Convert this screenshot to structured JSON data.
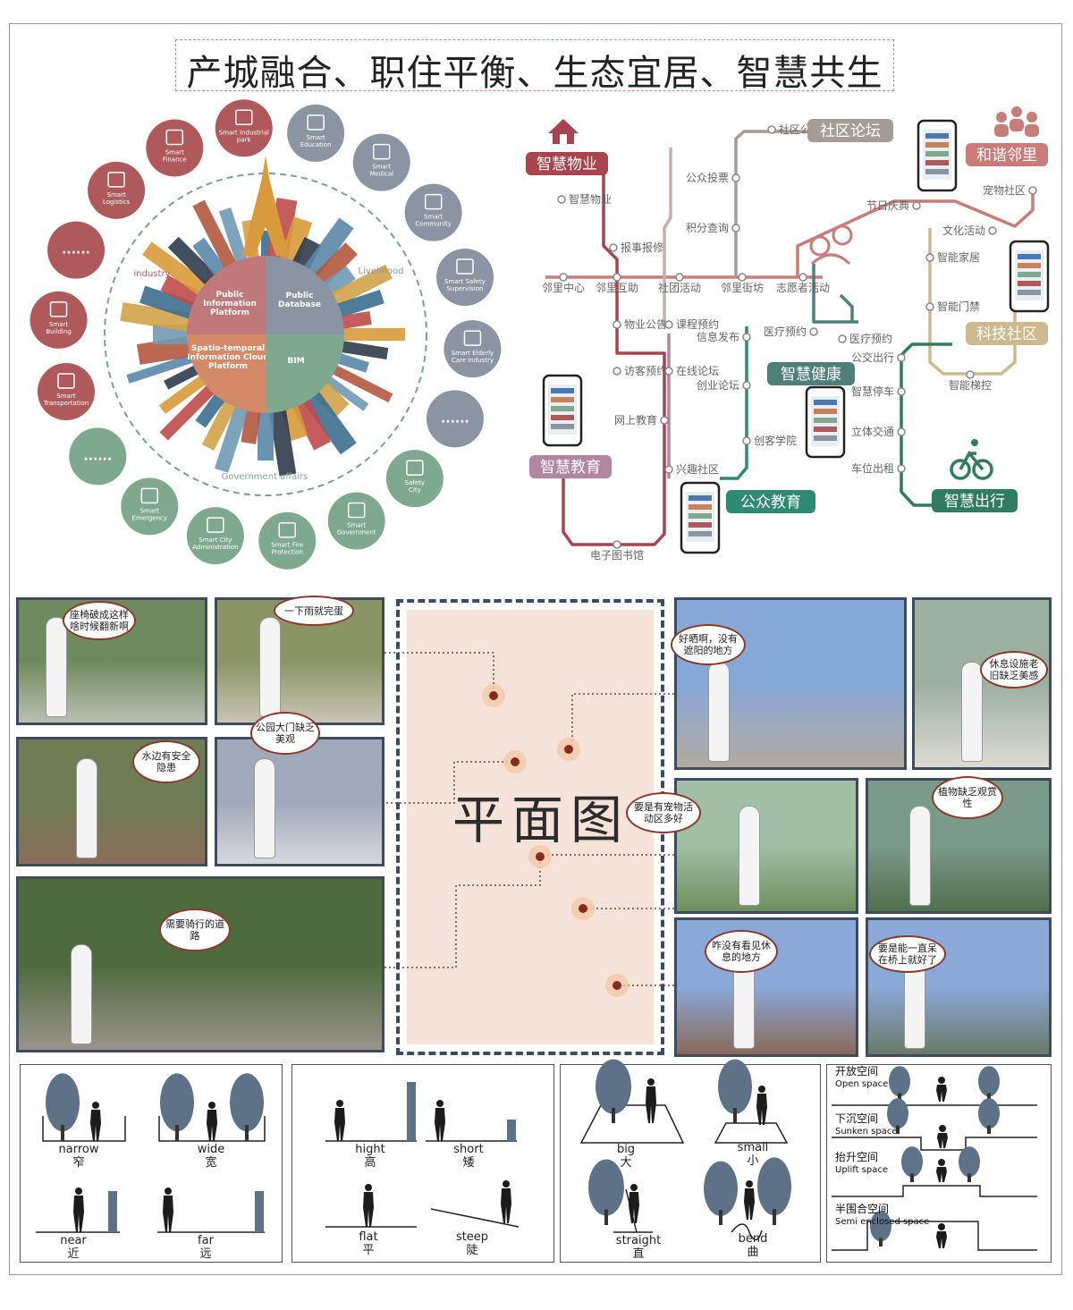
{
  "title": "产城融合、职住平衡、生态宜居、智慧共生",
  "wheel": {
    "quadrants": [
      "Public Information Platform",
      "Public Database",
      "Spatio-temporal Information Cloud Platform",
      "BIM"
    ],
    "arc_labels": [
      "industry",
      "Livelihood",
      "Government affairs"
    ],
    "items": [
      {
        "label": "Smart Education",
        "color": "#8a94a3"
      },
      {
        "label": "Smart Medical",
        "color": "#8a94a3"
      },
      {
        "label": "Smart Community",
        "color": "#8a94a3"
      },
      {
        "label": "Smart Safety Supervision",
        "color": "#8a94a3"
      },
      {
        "label": "Smart Elderly Care Industry",
        "color": "#8a94a3"
      },
      {
        "label": "......",
        "color": "#8a94a3"
      },
      {
        "label": "Safety City",
        "color": "#7fa98e"
      },
      {
        "label": "Smart Government",
        "color": "#7fa98e"
      },
      {
        "label": "Smart Fire Protection",
        "color": "#7fa98e"
      },
      {
        "label": "Smart City Administration",
        "color": "#7fa98e"
      },
      {
        "label": "Smart Emergency",
        "color": "#7fa98e"
      },
      {
        "label": "......",
        "color": "#7fa98e"
      },
      {
        "label": "Smart Transportation",
        "color": "#b0595a"
      },
      {
        "label": "Smart Building",
        "color": "#b0595a"
      },
      {
        "label": "......",
        "color": "#b0595a"
      },
      {
        "label": "Smart Logistics",
        "color": "#b0595a"
      },
      {
        "label": "Smart Finance",
        "color": "#b0595a"
      },
      {
        "label": "Smart Industrial park",
        "color": "#b0595a"
      }
    ]
  },
  "metro": {
    "lines": [
      {
        "name": "智慧物业",
        "color": "#a8444d"
      },
      {
        "name": "社区论坛",
        "color": "#a79c95"
      },
      {
        "name": "和谐邻里",
        "color": "#c97c78"
      },
      {
        "name": "科技社区",
        "color": "#cdb98d"
      },
      {
        "name": "智慧健康",
        "color": "#4f7f79"
      },
      {
        "name": "智慧教育",
        "color": "#b086a0"
      },
      {
        "name": "公众教育",
        "color": "#2e8a72"
      },
      {
        "name": "智慧出行",
        "color": "#2e7c62"
      }
    ],
    "stations": [
      "社区公告",
      "公众投票",
      "积分查询",
      "智慧物业",
      "报事报修",
      "邻里中心",
      "邻里互助",
      "社团活动",
      "邻里街坊",
      "志愿者活动",
      "节日庆典",
      "宠物社区",
      "文化活动",
      "智能家居",
      "智能门禁",
      "物业公告",
      "课程预约",
      "信息发布",
      "医疗预约",
      "医疗预约",
      "公交出行",
      "访客预约",
      "在线论坛",
      "创业论坛",
      "智慧停车",
      "智能梯控",
      "网上教育",
      "创客学院",
      "立体交通",
      "兴趣社区",
      "车位出租",
      "电子图书馆"
    ]
  },
  "plan_title": "平面图",
  "comments": [
    "座椅破成这样啥时候翻新啊",
    "一下雨就完蛋",
    "公园大门缺乏美观",
    "水边有安全隐患",
    "需要骑行的道路",
    "好晒啊，没有遮阳的地方",
    "休息设施老旧缺乏美感",
    "要是有宠物活动区多好",
    "植物缺乏观赏性",
    "咋没有看见休息的地方",
    "要是能一直呆在桥上就好了"
  ],
  "panels": {
    "p1": [
      {
        "en": "narrow",
        "zh": "窄"
      },
      {
        "en": "wide",
        "zh": "宽"
      },
      {
        "en": "near",
        "zh": "近"
      },
      {
        "en": "far",
        "zh": "远"
      }
    ],
    "p2": [
      {
        "en": "hight",
        "zh": "高"
      },
      {
        "en": "short",
        "zh": "矮"
      },
      {
        "en": "flat",
        "zh": "平"
      },
      {
        "en": "steep",
        "zh": "陡"
      }
    ],
    "p3": [
      {
        "en": "big",
        "zh": "大"
      },
      {
        "en": "small",
        "zh": "小"
      },
      {
        "en": "straight",
        "zh": "直"
      },
      {
        "en": "bend",
        "zh": "曲"
      }
    ],
    "p4": [
      {
        "zh": "开放空间",
        "en": "Open space"
      },
      {
        "zh": "下沉空间",
        "en": "Sunken space"
      },
      {
        "zh": "抬升空间",
        "en": "Uplift space"
      },
      {
        "zh": "半围合空间",
        "en": "Semi enclosed space"
      }
    ]
  }
}
